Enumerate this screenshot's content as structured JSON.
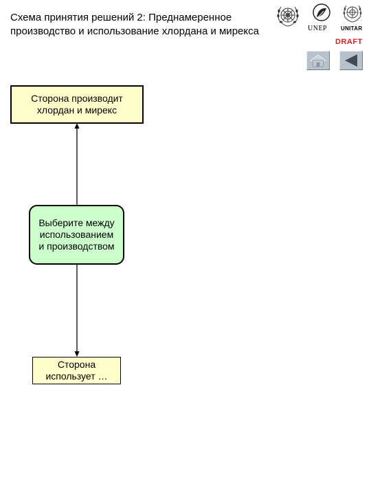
{
  "header": {
    "title_line1": "Схема принятия решений 2: Преднамеренное",
    "title_line2": "производство и использование хлордана и мирекса",
    "logo_unep": "UNEP",
    "logo_unitar": "UNITAR",
    "draft_label": "DRAFT"
  },
  "nav": {
    "home_icon": "home-icon",
    "back_icon": "triangle-left-icon",
    "button_color": "#b7c2cd"
  },
  "diagram": {
    "node_produces_line1": "Сторона производит",
    "node_produces_line2": "хлордан и мирекс",
    "node_choose_line1": "Выберите между",
    "node_choose_line2": "использованием",
    "node_choose_line3": "и производством",
    "node_uses_line1": "Сторона",
    "node_uses_line2": "использует …",
    "colors": {
      "yellow_box": "#ffffcc",
      "green_box": "#ccffcc",
      "draft_red": "#d42020"
    }
  }
}
